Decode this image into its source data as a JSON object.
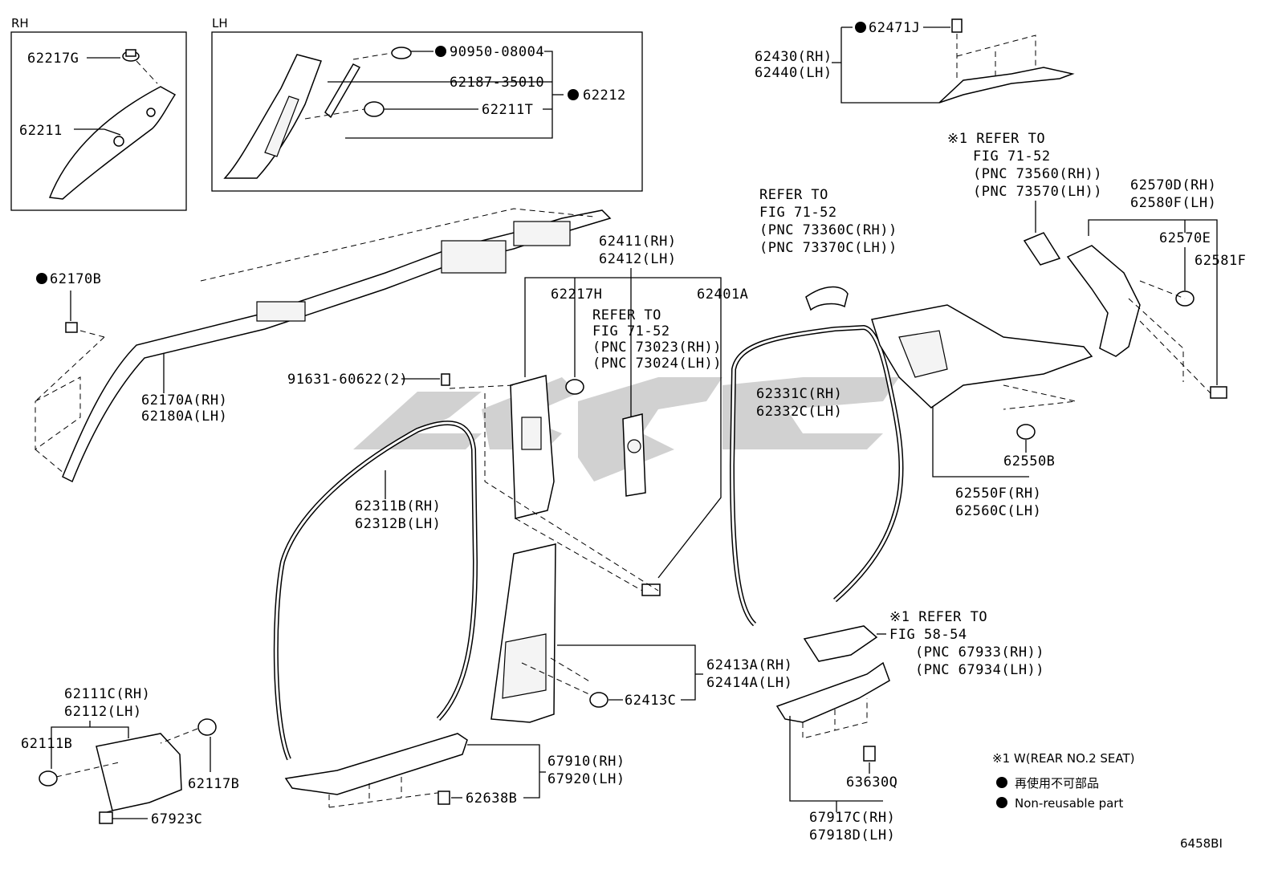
{
  "boxes": {
    "rh_label": "RH",
    "lh_label": "LH"
  },
  "callouts": {
    "c62217G": "62217G",
    "c62211": "62211",
    "c90950": "90950-08004",
    "c62187": "62187-35010",
    "c62212": "62212",
    "c62211T": "62211T",
    "c62471J": "62471J",
    "c62430": "62430(RH)",
    "c62440": "62440(LH)",
    "c62170B": "62170B",
    "c62170A": "62170A(RH)",
    "c62180A": "62180A(LH)",
    "c62411": "62411(RH)",
    "c62412": "62412(LH)",
    "c62217H": "62217H",
    "c62401A": "62401A",
    "c91631": "91631-60622(2)",
    "c62311B": "62311B(RH)",
    "c62312B": "62312B(LH)",
    "c62331C": "62331C(RH)",
    "c62332C": "62332C(LH)",
    "c62570D": "62570D(RH)",
    "c62580F": "62580F(LH)",
    "c62570E": "62570E",
    "c62581F": "62581F",
    "c62550B": "62550B",
    "c62550F": "62550F(RH)",
    "c62560C": "62560C(LH)",
    "c62413A": "62413A(RH)",
    "c62414A": "62414A(LH)",
    "c62413C": "62413C",
    "c62111C": "62111C(RH)",
    "c62112": "62112(LH)",
    "c62111B": "62111B",
    "c62117B": "62117B",
    "c67923C": "67923C",
    "c67910": "67910(RH)",
    "c67920": "67920(LH)",
    "c62638B": "62638B",
    "c63630Q": "63630Q",
    "c67917C": "67917C(RH)",
    "c67918D": "67918D(LH)"
  },
  "refs": {
    "ref1": [
      "REFER TO",
      "FIG 71-52",
      "(PNC 73023(RH))",
      "(PNC 73024(LH))"
    ],
    "ref2": [
      "REFER TO",
      "FIG 71-52",
      "(PNC 73360C(RH))",
      "(PNC 73370C(LH))"
    ],
    "ref3": [
      "※1 REFER TO",
      "FIG 71-52",
      "(PNC 73560(RH))",
      "(PNC 73570(LH))"
    ],
    "ref4": [
      "※1 REFER TO",
      "FIG 58-54",
      "(PNC 67933(RH))",
      "(PNC 67934(LH))"
    ]
  },
  "legend": {
    "note1": "※1  W(REAR NO.2 SEAT)",
    "nonreuse_jp": "再使用不可部品",
    "nonreuse_en": "Non-reusable part"
  },
  "figure_id": "6458BI"
}
